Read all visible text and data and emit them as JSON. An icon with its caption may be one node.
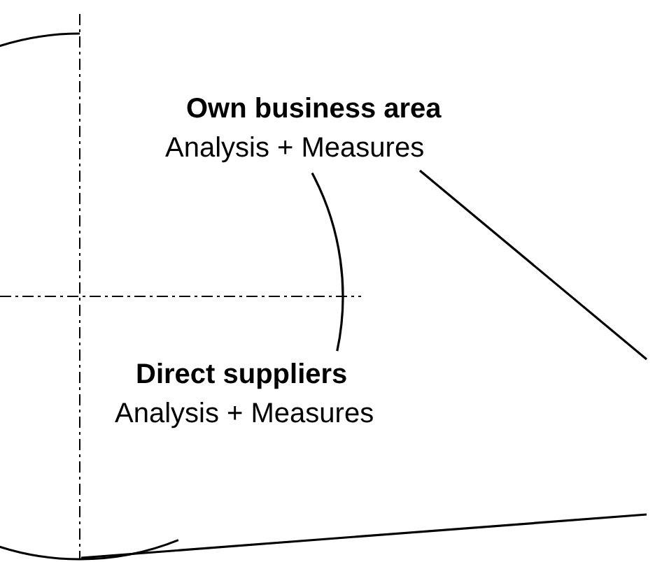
{
  "diagram": {
    "nodes": [
      {
        "text": [
          "Own business area",
          "Analysis + Measures"
        ]
      },
      {
        "text": [
          "Direct suppliers",
          "Analysis + Measures"
        ]
      }
    ]
  }
}
